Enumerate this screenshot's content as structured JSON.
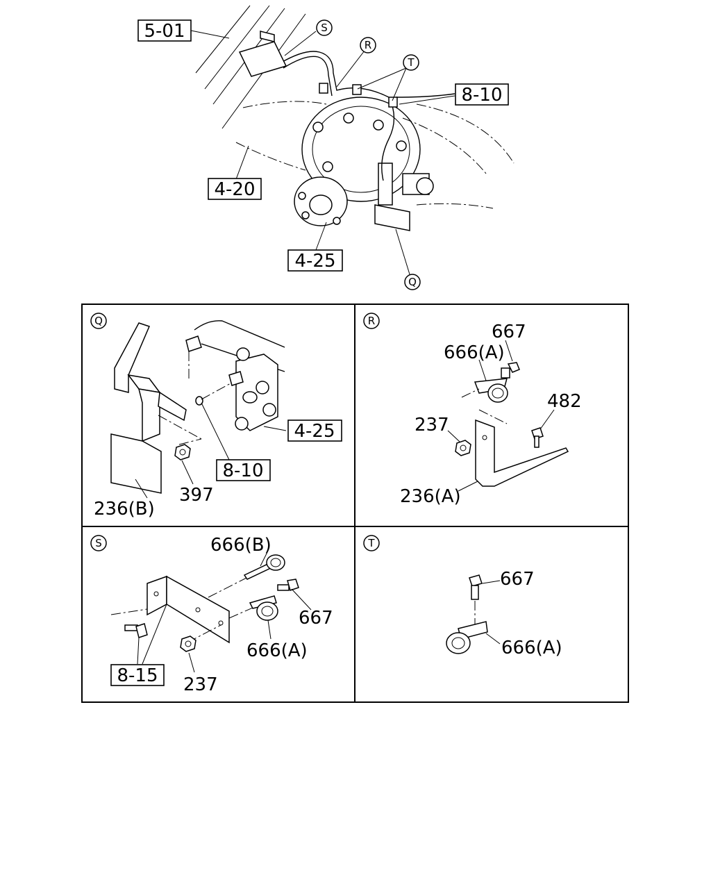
{
  "overview": {
    "ref_boxes": [
      "5-01",
      "8-10",
      "4-20",
      "4-25"
    ],
    "callouts": [
      "S",
      "R",
      "T",
      "Q"
    ]
  },
  "panels": {
    "Q": {
      "marker": "Q",
      "ref_boxes": [
        "4-25",
        "8-10"
      ],
      "parts": [
        "236(B)",
        "397"
      ]
    },
    "R": {
      "marker": "R",
      "parts": [
        "667",
        "666(A)",
        "482",
        "237",
        "236(A)"
      ]
    },
    "S": {
      "marker": "S",
      "ref_boxes": [
        "8-15"
      ],
      "parts": [
        "666(B)",
        "667",
        "666(A)",
        "237"
      ]
    },
    "T": {
      "marker": "T",
      "parts": [
        "667",
        "666(A)"
      ]
    }
  }
}
